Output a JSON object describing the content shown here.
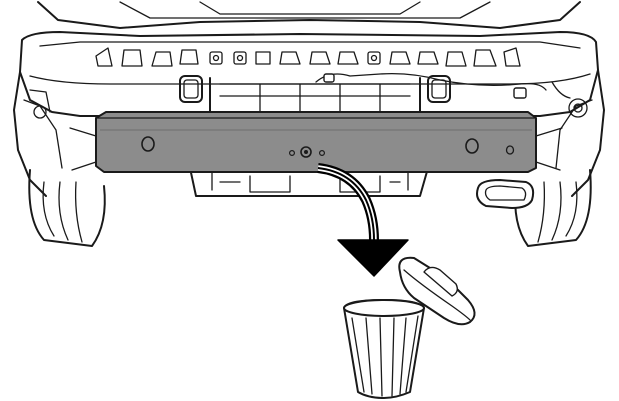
{
  "illustration": {
    "subject": "vehicle-rear-underbody",
    "removed_part": "rear-bumper-reinforcement-beam",
    "action": "discard",
    "colors": {
      "line": "#1a1a1a",
      "background": "#ffffff",
      "highlight_part": "#8c8c8c",
      "arrow": "#000000"
    },
    "icons": [
      "arrow-down-curved-icon",
      "trash-can-icon",
      "trash-can-lid-icon"
    ]
  }
}
